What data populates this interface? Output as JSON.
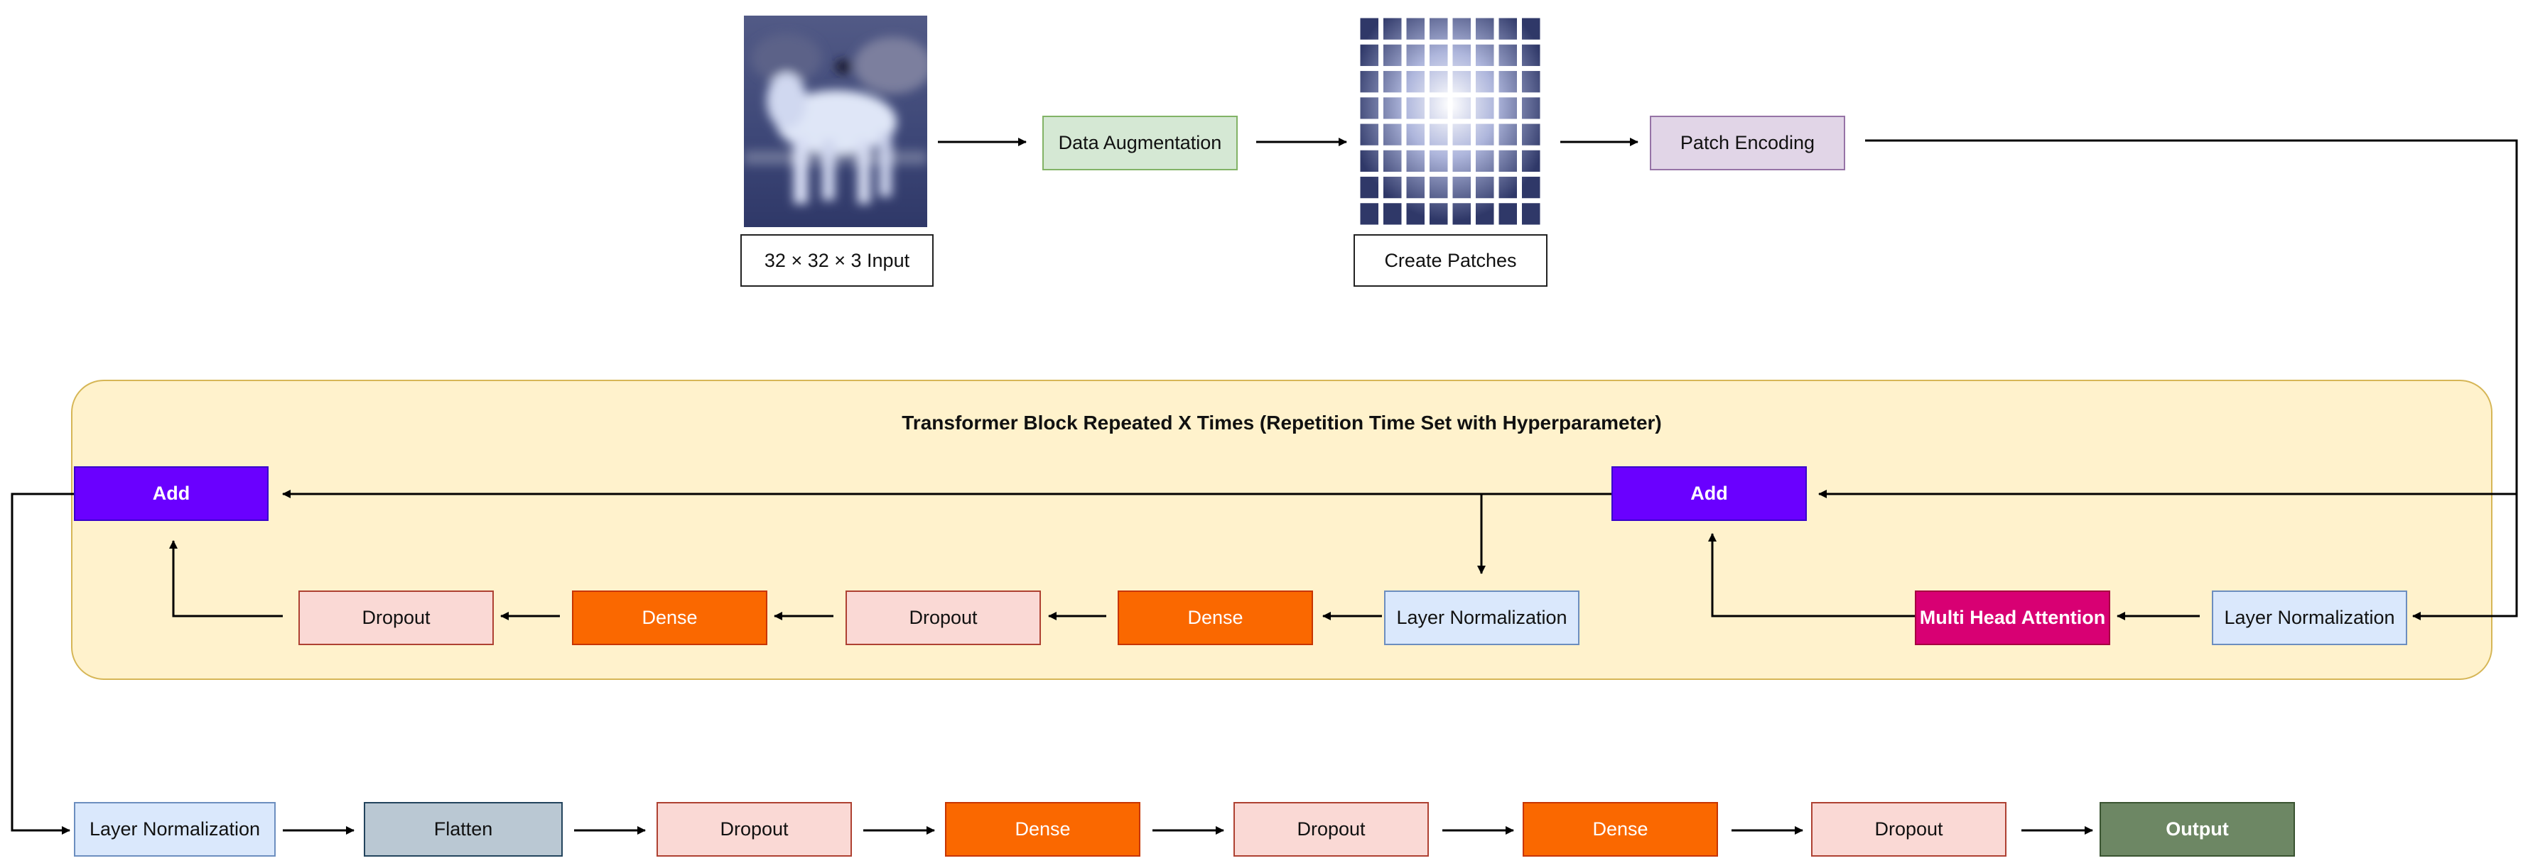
{
  "top_row": {
    "input_label": "32 × 32 × 3 Input",
    "augmentation_label": "Data Augmentation",
    "patches_label": "Create Patches",
    "encoding_label": "Patch Encoding"
  },
  "transformer_block": {
    "title": "Transformer Block Repeated X Times (Repetition Time Set with Hyperparameter)",
    "add_left_label": "Add",
    "add_right_label": "Add",
    "layer_norm_right_label": "Layer Normalization",
    "mha_label": "Multi Head Attention",
    "layer_norm_mid_label": "Layer Normalization",
    "dense_b_label": "Dense",
    "dropout_b_label": "Dropout",
    "dense_a_label": "Dense",
    "dropout_a_label": "Dropout"
  },
  "bottom_row": {
    "layer_norm_label": "Layer Normalization",
    "flatten_label": "Flatten",
    "dropout_1_label": "Dropout",
    "dense_1_label": "Dense",
    "dropout_2_label": "Dropout",
    "dense_2_label": "Dense",
    "dropout_3_label": "Dropout",
    "output_label": "Output"
  },
  "icons": {
    "input_image": "horse-image-icon",
    "patch_image": "patch-grid-icon"
  },
  "colors": {
    "augmentation": "#d5e8d4",
    "encoding": "#e1d5e7",
    "add": "#6a00ff",
    "layer_norm": "#dae8fc",
    "dropout": "#fad9d5",
    "dense": "#fa6800",
    "attention": "#d80073",
    "flatten": "#bac8d3",
    "output": "#6d8764",
    "block_background": "#fff2cc"
  }
}
